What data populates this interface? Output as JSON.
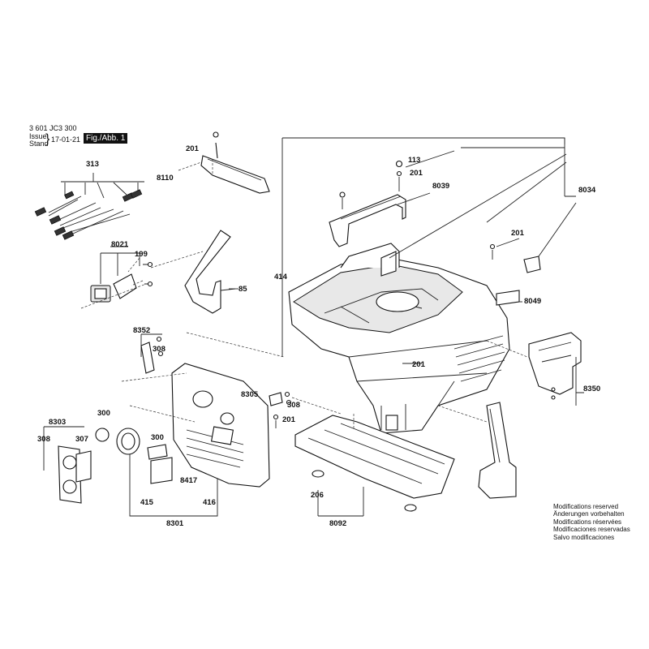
{
  "header": {
    "part_number": "3 601 JC3 300",
    "issue_label": "Issue",
    "stand_label": "Stand",
    "date": "17-01-21",
    "figure_tag": "Fig./Abb. 1"
  },
  "modifications": [
    "Modifications reserved",
    "Änderungen vorbehalten",
    "Modifications réservées",
    "Modificaciones reservadas",
    "Salvo modificaciones"
  ],
  "callouts": {
    "c313": "313",
    "c8021": "8021",
    "c199": "199",
    "c201_handle": "201",
    "c8110": "8110",
    "c85": "85",
    "c414": "414",
    "c113": "113",
    "c201_top": "201",
    "c8039": "8039",
    "c8034": "8034",
    "c201_right": "201",
    "c8049": "8049",
    "c8352": "8352",
    "c308_a": "308",
    "c201_center": "201",
    "c8305": "8305",
    "c308_b": "308",
    "c201_low": "201",
    "c8350": "8350",
    "c8303": "8303",
    "c308_c": "308",
    "c307": "307",
    "c300_a": "300",
    "c300_b": "300",
    "c8417": "8417",
    "c415": "415",
    "c416": "416",
    "c8301": "8301",
    "c206": "206",
    "c8092": "8092"
  }
}
